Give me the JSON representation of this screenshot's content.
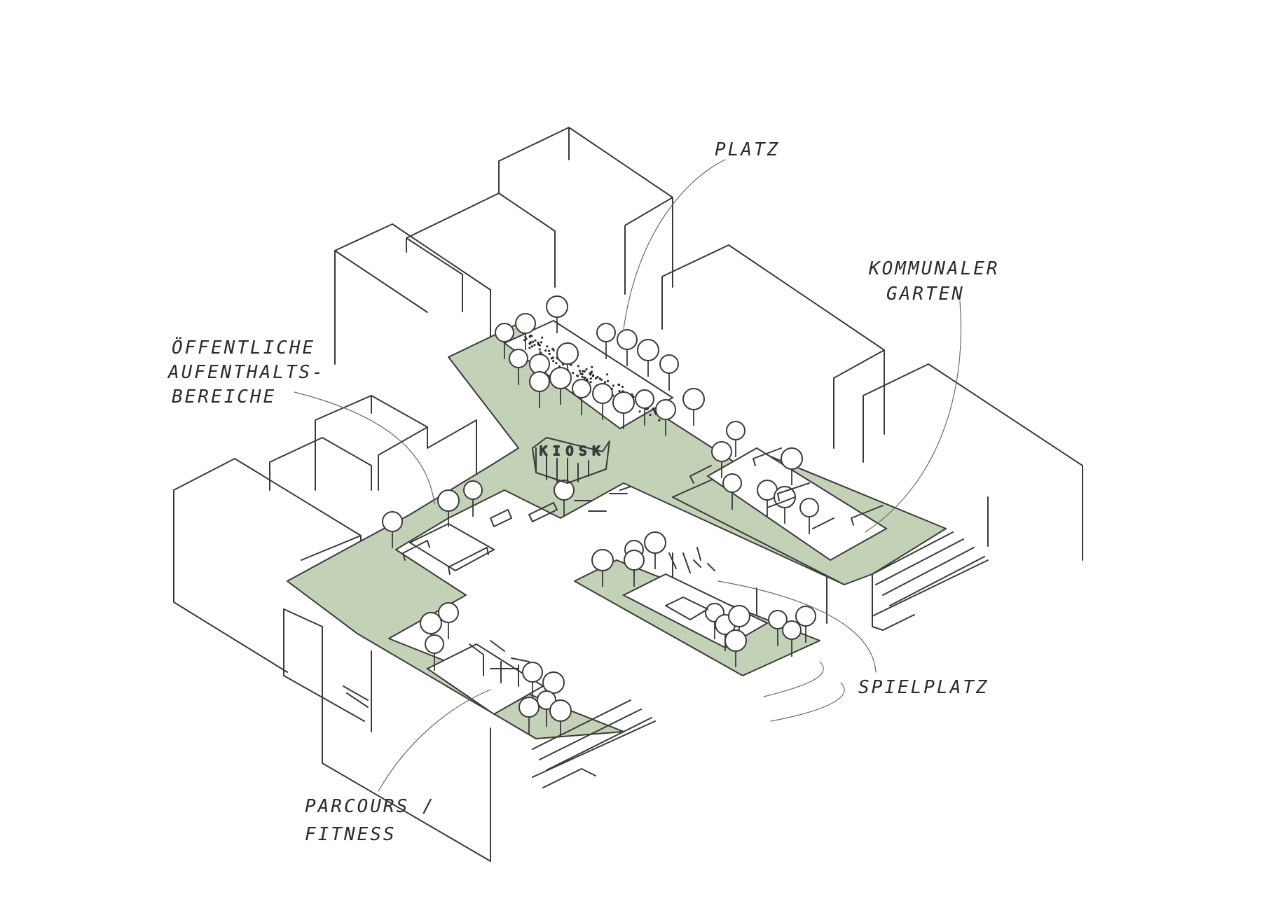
{
  "colors": {
    "ground_green": "#c3d1b6",
    "ink": "#3a3a3a",
    "paper": "#ffffff"
  },
  "labels": {
    "platz": "PLATZ",
    "kommunaler_line1": "KOMMUNALER",
    "kommunaler_line2": "GARTEN",
    "oeffentliche_line1": "ÖFFENTLICHE",
    "oeffentliche_line2": "AUFENTHALTS-",
    "oeffentliche_line3": "BEREICHE",
    "spielplatz": "SPIELPLATZ",
    "parcours_line1": "PARCOURS /",
    "parcours_line2": "FITNESS",
    "kiosk": "KIOSK"
  }
}
